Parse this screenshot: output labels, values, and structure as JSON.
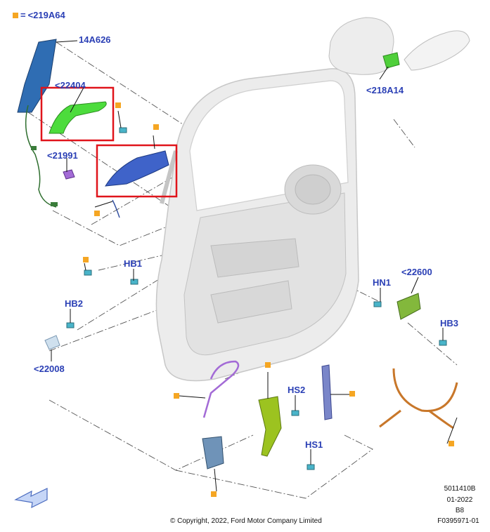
{
  "legend": {
    "marker_color": "#f5a623",
    "equals": "=",
    "code": "<219A64"
  },
  "callouts": {
    "top_bezel": "14A626",
    "handle_green": "<22404",
    "cable_purple": "<21991",
    "handle_exterior": "<218A14",
    "hb1": "HB1",
    "hb2": "HB2",
    "cylinder": "<22008",
    "hn1": "HN1",
    "bracket_right": "<22600",
    "hb3": "HB3",
    "hs2": "HS2",
    "hs1": "HS1"
  },
  "footer": {
    "copyright": "© Copyright, 2022, Ford Motor Company Limited",
    "code1": "5011410B",
    "date": "01-2022",
    "rev": "B8",
    "figure": "F0395971-01"
  },
  "colors": {
    "callout_text": "#2a3fb5",
    "highlight_box": "#e0141b",
    "marker": "#f5a623",
    "part_blue": "#2f6db3",
    "part_green": "#4cdc3c",
    "part_purple": "#a36bd6",
    "part_olive": "#9cc320",
    "part_orange": "#c8772a",
    "part_steel": "#6f93b8"
  },
  "icons": [
    "door-panel-illustration",
    "navigation-arrow-icon"
  ]
}
